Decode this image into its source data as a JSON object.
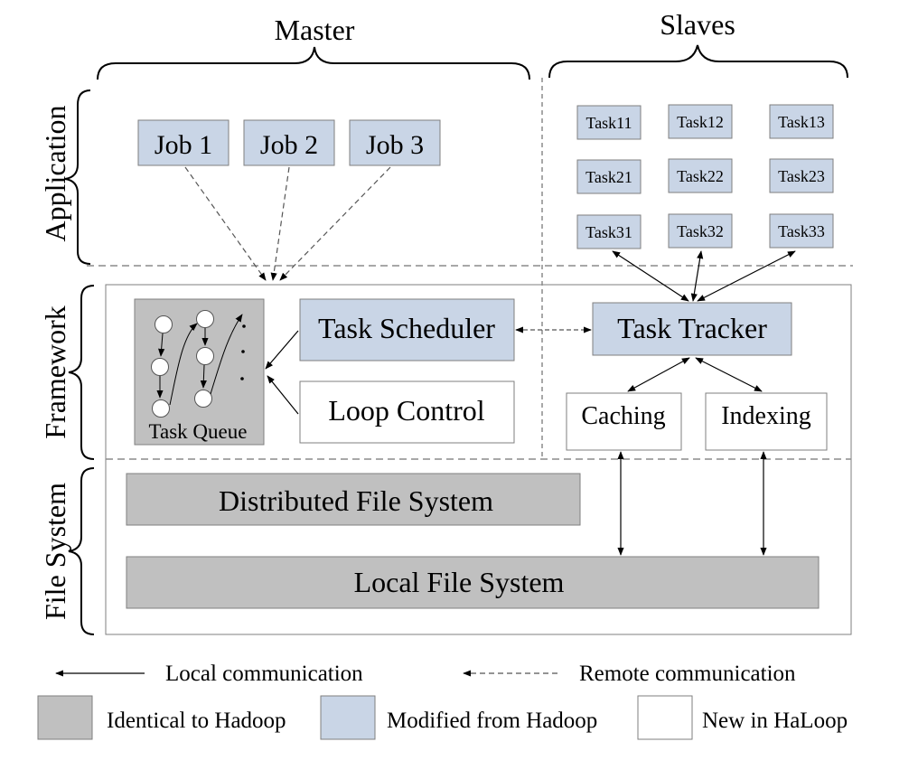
{
  "header": {
    "master": "Master",
    "slaves": "Slaves"
  },
  "layers": {
    "application": "Application",
    "framework": "Framework",
    "file_system": "File System"
  },
  "jobs": [
    "Job 1",
    "Job 2",
    "Job 3"
  ],
  "tasks": [
    [
      "Task11",
      "Task12",
      "Task13"
    ],
    [
      "Task21",
      "Task22",
      "Task23"
    ],
    [
      "Task31",
      "Task32",
      "Task33"
    ]
  ],
  "framework": {
    "task_queue": "Task Queue",
    "task_scheduler": "Task Scheduler",
    "loop_control": "Loop Control",
    "task_tracker": "Task Tracker",
    "caching": "Caching",
    "indexing": "Indexing"
  },
  "file_system": {
    "distributed": "Distributed File System",
    "local": "Local File System"
  },
  "legend": {
    "local_comm": "Local communication",
    "remote_comm": "Remote communication",
    "identical": "Identical to Hadoop",
    "modified": "Modified from Hadoop",
    "new": "New in HaLoop"
  },
  "colors": {
    "identical": "#c0c0c0",
    "modified": "#c9d5e6",
    "new": "#ffffff",
    "border": "#7f7f7f"
  }
}
